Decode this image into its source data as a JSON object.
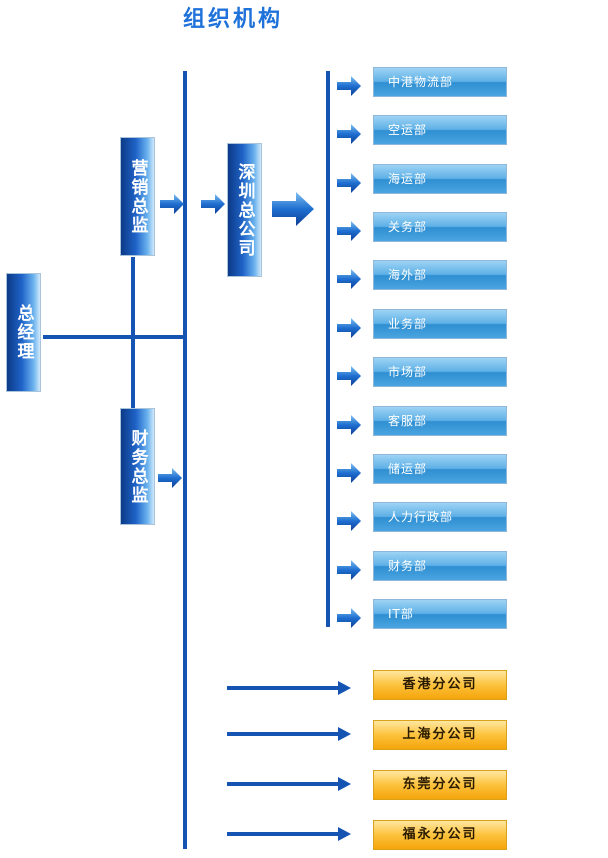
{
  "title": "组织机构",
  "nodes": {
    "gm": "总经理",
    "marketing_director": "营销总监",
    "finance_director": "财务总监",
    "shenzhen_hq": "深圳总公司"
  },
  "departments": [
    "中港物流部",
    "空运部",
    "海运部",
    "关务部",
    "海外部",
    "业务部",
    "市场部",
    "客服部",
    "储运部",
    "人力行政部",
    "财务部",
    "IT部"
  ],
  "branches": [
    "香港分公司",
    "上海分公司",
    "东莞分公司",
    "福永分公司"
  ],
  "colors": {
    "line": "#1554b3",
    "dept_blue": "#2f8fd2",
    "branch_orange": "#f5a50a",
    "title": "#1f72d9"
  }
}
